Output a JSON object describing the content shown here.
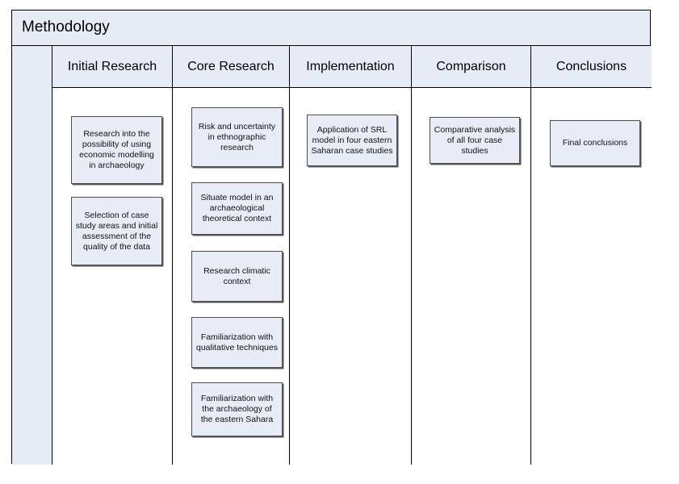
{
  "diagram": {
    "title": "Methodology",
    "type": "swimlane-flowchart",
    "colors": {
      "header_fill": "#e6ecf5",
      "node_fill": "#e7ecf6",
      "node_border": "#4d4d4d",
      "frame_border": "#000000",
      "text": "#000000"
    },
    "columns": [
      {
        "header": "Initial Research",
        "nodes": [
          {
            "text": "Research into the possibility of using economic modelling in archaeology"
          },
          {
            "text": "Selection of case study areas and initial assessment of the quality of the data"
          }
        ]
      },
      {
        "header": "Core Research",
        "nodes": [
          {
            "text": "Risk and uncertainty in ethnographic research"
          },
          {
            "text": "Situate model in an archaeological theoretical context"
          },
          {
            "text": "Research climatic context"
          },
          {
            "text": "Familiarization with qualitative techniques"
          },
          {
            "text": "Familiarization with the archaeology of the eastern Sahara"
          }
        ]
      },
      {
        "header": "Implementation",
        "nodes": [
          {
            "text": "Application of SRL model in four eastern Saharan case studies"
          }
        ]
      },
      {
        "header": "Comparison",
        "nodes": [
          {
            "text": "Comparative analysis of all four case studies"
          }
        ]
      },
      {
        "header": "Conclusions",
        "nodes": [
          {
            "text": "Final conclusions"
          }
        ]
      }
    ]
  }
}
